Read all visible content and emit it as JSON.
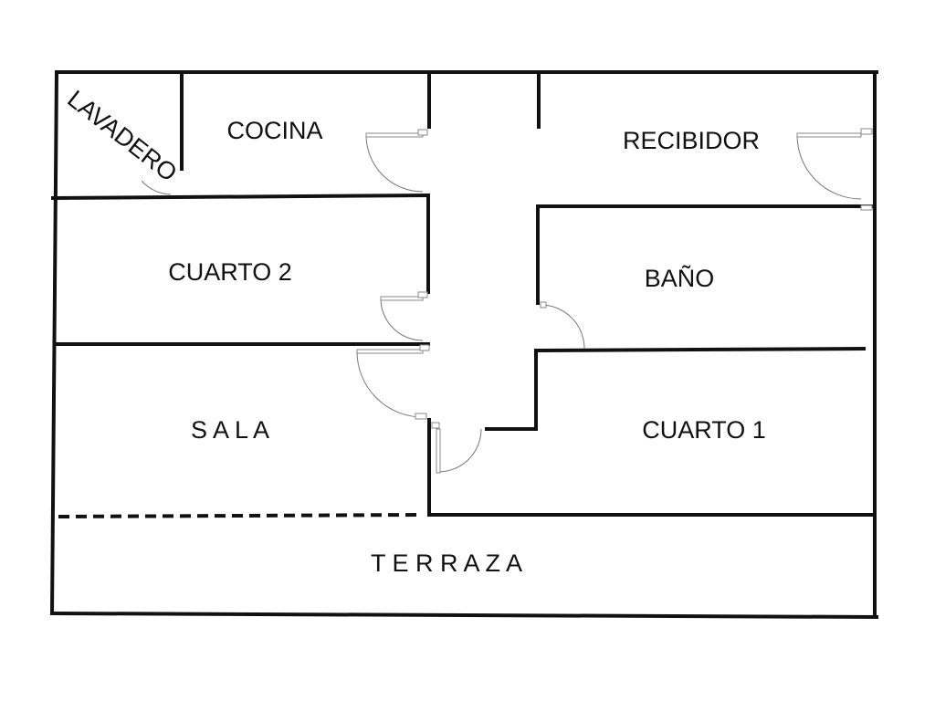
{
  "plan": {
    "rooms": {
      "lavadero": "LAVADERO",
      "cocina": "COCINA",
      "recibidor": "RECIBIDOR",
      "cuarto2": "CUARTO 2",
      "bano": "BAÑO",
      "sala": "S A L A",
      "cuarto1": "CUARTO 1",
      "terraza": "T E R R A Z A"
    }
  }
}
